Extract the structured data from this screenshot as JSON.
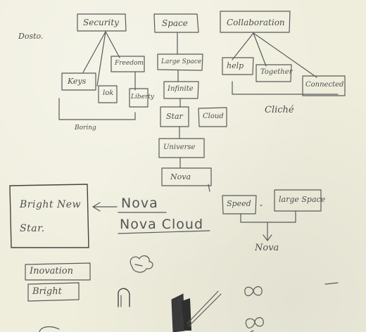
{
  "header_note": "Dosto.",
  "roots": {
    "security": "Security",
    "space": "Space",
    "collaboration": "Collaboration"
  },
  "security_children": {
    "keys": "Keys",
    "freedom": "Freedom",
    "lok": "lok",
    "liberty": "Liberty",
    "boring": "Boring"
  },
  "space_children": {
    "large_space": "Large Space",
    "infinite": "Infinite",
    "star": "Star",
    "cloud": "Cloud",
    "universe": "Universe",
    "nova": "Nova"
  },
  "collaboration_children": {
    "help": "help",
    "together": "Together",
    "connected": "Connected",
    "cliche": "Cliché"
  },
  "result": {
    "box_line1": "Bright New",
    "box_line2": "Star.",
    "nova": "Nova",
    "nova_cloud": "Nova Cloud"
  },
  "combo": {
    "speed": "Speed",
    "large_space": "large Space",
    "nova": "Nova"
  },
  "bottom": {
    "innovation": "Inovation",
    "bright": "Bright"
  }
}
